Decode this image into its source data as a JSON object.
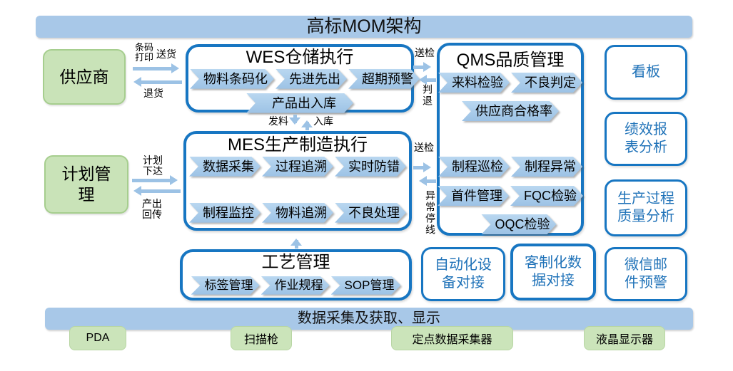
{
  "header": {
    "title": "高标MOM架构"
  },
  "supplier": {
    "label": "供应商"
  },
  "planning": {
    "label": "计划管理"
  },
  "wes": {
    "title": "WES仓储执行",
    "items": [
      "物料条码化",
      "先进先出",
      "超期预警",
      "产品出入库"
    ]
  },
  "mes": {
    "title": "MES生产制造执行",
    "items": [
      "数据采集",
      "过程追溯",
      "实时防错",
      "制程监控",
      "物料追溯",
      "不良处理"
    ]
  },
  "qms": {
    "title": "QMS品质管理",
    "items": [
      "来料检验",
      "不良判定",
      "供应商合格率",
      "制程巡检",
      "制程异常",
      "首件管理",
      "FQC检验",
      "OQC检验"
    ]
  },
  "craft": {
    "title": "工艺管理",
    "items": [
      "标签管理",
      "作业规程",
      "SOP管理"
    ]
  },
  "right_panels": {
    "kanban": "看板",
    "performance": "绩效报表分析",
    "process_quality": "生产过程质量分析"
  },
  "bottom_panels": {
    "automation": "自动化设备对接",
    "custom_data": "客制化数据对接",
    "wechat_alert": "微信邮件预警"
  },
  "flows": {
    "barcode_print": "条码\n打印",
    "delivery": "送货",
    "goods_return": "退货",
    "send_inspection_wes": "送检",
    "reject_return": "判退",
    "material_issue": "发料",
    "stock_in": "入库",
    "plan_release": "计划\n下达",
    "output_feedback": "产出\n回传",
    "send_inspection_mes": "送检",
    "abnormal_line_stop": "异常停线"
  },
  "footer": {
    "banner": "数据采集及获取、显示",
    "devices": [
      "PDA",
      "扫描枪",
      "定点数据采集器",
      "液晶显示器"
    ]
  },
  "colors": {
    "banner_blue": "#A8C8E8",
    "chevron_blue": "#9CC2E5",
    "border_blue": "#1776C2",
    "panel_text_blue": "#1F72B8",
    "green_fill": "#C9E3B8",
    "green_border": "#A6CE8E"
  }
}
